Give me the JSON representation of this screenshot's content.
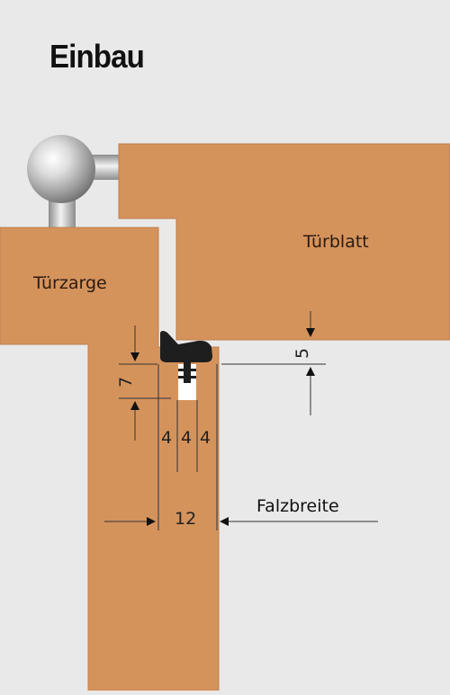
{
  "title": "Einbau",
  "labels": {
    "door_leaf": "Türblatt",
    "door_frame": "Türzarge",
    "rebate_width": "Falzbreite"
  },
  "dimensions": {
    "gap": "5",
    "seal_height": "7",
    "seal_segments": [
      "4",
      "4",
      "4"
    ],
    "rebate": "12"
  },
  "colors": {
    "background": "#e9e9e9",
    "wood": "#d5935c",
    "wood_edge": "#c07f4c",
    "seal": "#1e1e1e",
    "hinge": "#bcbcbc"
  },
  "icons": [
    "hinge-icon",
    "seal-profile-icon"
  ]
}
